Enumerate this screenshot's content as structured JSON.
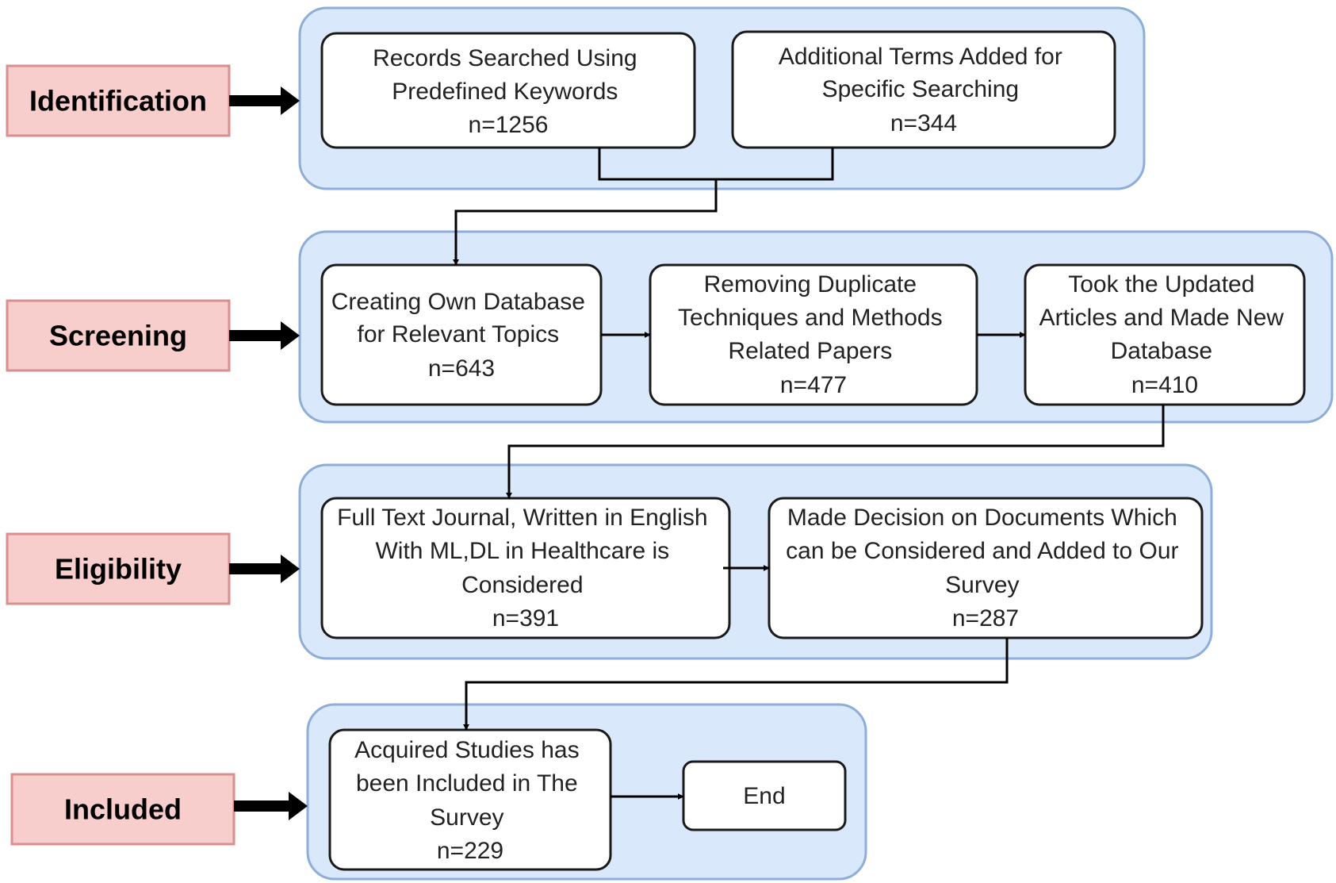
{
  "colors": {
    "stage_fill": "#f8cecc",
    "stage_stroke": "#d98f8f",
    "group_fill": "#dae8fc",
    "group_stroke": "#8fadd9",
    "box_fill": "#ffffff",
    "box_stroke": "#1a1a1a",
    "arrow": "#000000"
  },
  "stages": {
    "identification": "Identification",
    "screening": "Screening",
    "eligibility": "Eligibility",
    "included": "Included"
  },
  "boxes": {
    "records_searched": [
      "Records Searched Using",
      "Predefined Keywords",
      "n=1256"
    ],
    "additional_terms": [
      "Additional Terms Added for",
      "Specific Searching",
      "n=344"
    ],
    "own_database": [
      "Creating Own Database",
      "for Relevant Topics",
      "n=643"
    ],
    "removing_duplicates": [
      "Removing Duplicate",
      "Techniques and Methods",
      "Related Papers",
      "n=477"
    ],
    "updated_articles": [
      "Took the Updated",
      "Articles and Made New",
      "Database",
      "n=410"
    ],
    "full_text": [
      "Full Text Journal, Written in English",
      "With ML,DL in Healthcare is",
      "Considered",
      "n=391"
    ],
    "made_decision": [
      "Made Decision on Documents Which",
      "can be Considered and Added to Our",
      "Survey",
      "n=287"
    ],
    "acquired_studies": [
      "Acquired Studies has",
      "been Included in The",
      "Survey",
      "n=229"
    ],
    "end": [
      "End"
    ]
  }
}
